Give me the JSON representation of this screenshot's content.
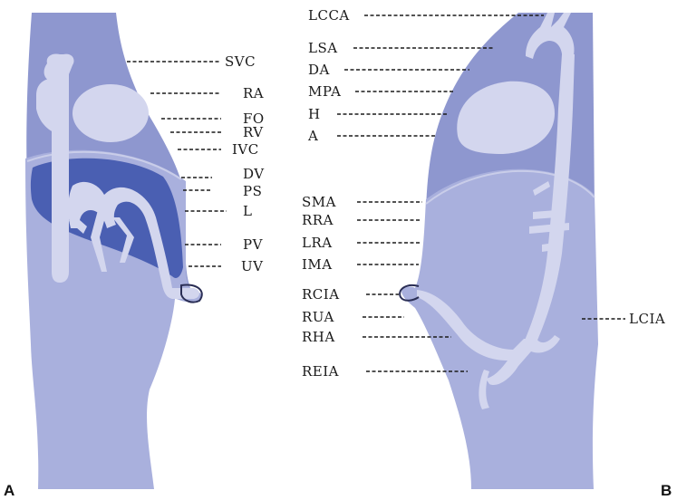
{
  "colors": {
    "body_dark": "#8e97cf",
    "body_light": "#a9b0dd",
    "liver": "#4a5fb2",
    "vessel": "#d3d6ee",
    "outline": "#2a2e55",
    "leader": "#1a1a1a"
  },
  "panels": {
    "a": "A",
    "b": "B"
  },
  "labels_a": {
    "svc": "SVC",
    "ra": "RA",
    "fo": "FO",
    "rv": "RV",
    "ivc": "IVC",
    "dv": "DV",
    "ps": "PS",
    "l": "L",
    "pv": "PV",
    "uv": "UV"
  },
  "labels_b": {
    "lcca": "LCCA",
    "lsa": "LSA",
    "da": "DA",
    "mpa": "MPA",
    "h": "H",
    "a": "A",
    "sma": "SMA",
    "rra": "RRA",
    "lra": "LRA",
    "ima": "IMA",
    "rcia": "RCIA",
    "rua": "RUA",
    "rha": "RHA",
    "reia": "REIA",
    "lcia": "LCIA"
  }
}
